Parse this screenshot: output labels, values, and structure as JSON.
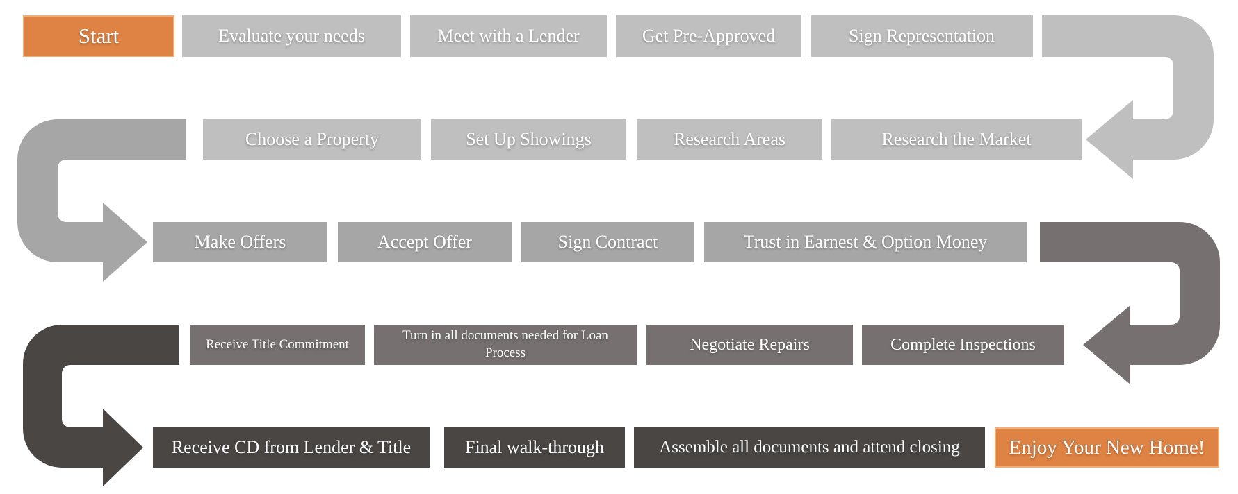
{
  "diagram": {
    "type": "snake-process-flow",
    "background": "#FFFFFF",
    "row_count": 5,
    "step_count": 21
  },
  "colors": {
    "accent_orange": "#DF8344",
    "accent_orange_border": "#EFAD78",
    "stage_rows_1_2_gray": "#BFBFBF",
    "stage_row_3_gray": "#A6A6A6",
    "stage_row_4_gray": "#767170",
    "stage_row_5_gray": "#4A4644",
    "text": "#FFFFFF"
  },
  "rows": [
    {
      "direction": "left-to-right",
      "boxes": [
        {
          "label": "Start"
        },
        {
          "label": "Evaluate your needs"
        },
        {
          "label": "Meet with a Lender"
        },
        {
          "label": "Get Pre-Approved"
        },
        {
          "label": "Sign Representation"
        }
      ]
    },
    {
      "direction": "right-to-left",
      "boxes": [
        {
          "label": "Choose a Property"
        },
        {
          "label": "Set Up Showings"
        },
        {
          "label": "Research Areas"
        },
        {
          "label": "Research the Market"
        }
      ]
    },
    {
      "direction": "left-to-right",
      "boxes": [
        {
          "label": "Make Offers"
        },
        {
          "label": "Accept Offer"
        },
        {
          "label": "Sign Contract"
        },
        {
          "label": "Trust in Earnest & Option Money"
        }
      ]
    },
    {
      "direction": "right-to-left",
      "boxes": [
        {
          "label": "Receive Title Commitment"
        },
        {
          "label": "Turn in all documents needed for Loan Process"
        },
        {
          "label": "Negotiate Repairs"
        },
        {
          "label": "Complete Inspections"
        }
      ]
    },
    {
      "direction": "left-to-right",
      "boxes": [
        {
          "label": "Receive CD from Lender & Title"
        },
        {
          "label": "Final walk-through"
        },
        {
          "label": "Assemble all documents and attend closing"
        },
        {
          "label": "Enjoy Your New Home!"
        }
      ]
    }
  ],
  "arrows": [
    {
      "name": "arrow-row1-to-row2",
      "side": "right",
      "color": "#BFBFBF"
    },
    {
      "name": "arrow-row2-to-row3",
      "side": "left",
      "color": "#A6A6A6"
    },
    {
      "name": "arrow-row3-to-row4",
      "side": "right",
      "color": "#767170"
    },
    {
      "name": "arrow-row4-to-row5",
      "side": "left",
      "color": "#4A4644"
    }
  ]
}
